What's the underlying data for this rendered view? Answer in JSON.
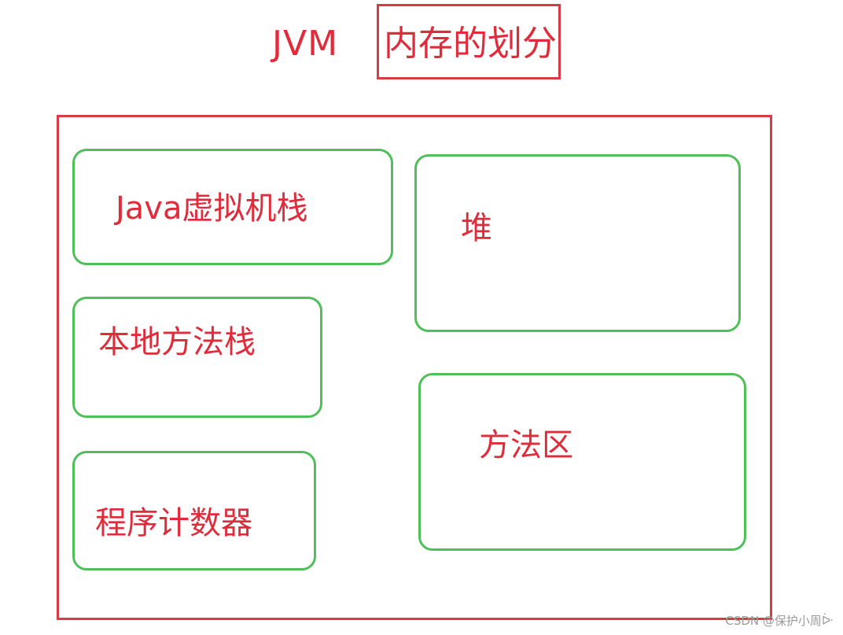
{
  "header": {
    "jvm_label": "JVM",
    "boxed_title": "内存的划分"
  },
  "regions": {
    "jvm_stack": "Java虚拟机栈",
    "native_method_stack": "本地方法栈",
    "program_counter": "程序计数器",
    "heap": "堆",
    "method_area": "方法区"
  },
  "watermark": "CSDN @保护小周ᐕ",
  "colors": {
    "text_red": "#e02b3a",
    "frame_red": "#d83a47",
    "region_green": "#4fbf5a",
    "background": "#ffffff"
  }
}
